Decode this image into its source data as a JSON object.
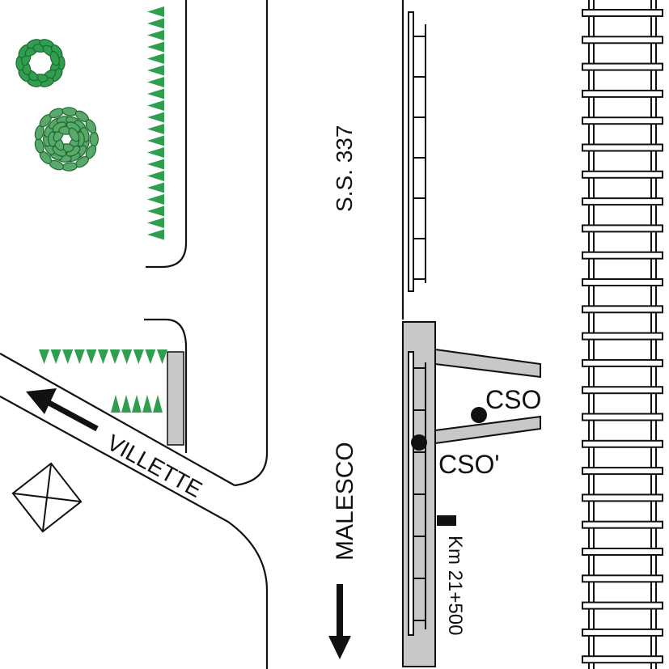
{
  "labels": {
    "road_name": "S.S. 337",
    "direction_west": "VILLETTE",
    "direction_south": "MALESCO",
    "point_cso": "CSO",
    "point_cso_prime": "CSO'",
    "km_marker": "Km 21+500"
  },
  "colors": {
    "line": "#111111",
    "vegetation": "#2f9e4f",
    "tree_fill": "#5aa86a",
    "gray_fill": "#c8c8c8",
    "background": "#ffffff"
  },
  "icons": [
    "arrow-left-icon",
    "arrow-down-icon",
    "building-icon",
    "tree-icon",
    "hedge-icon",
    "railway-track-icon",
    "point-marker-icon"
  ]
}
